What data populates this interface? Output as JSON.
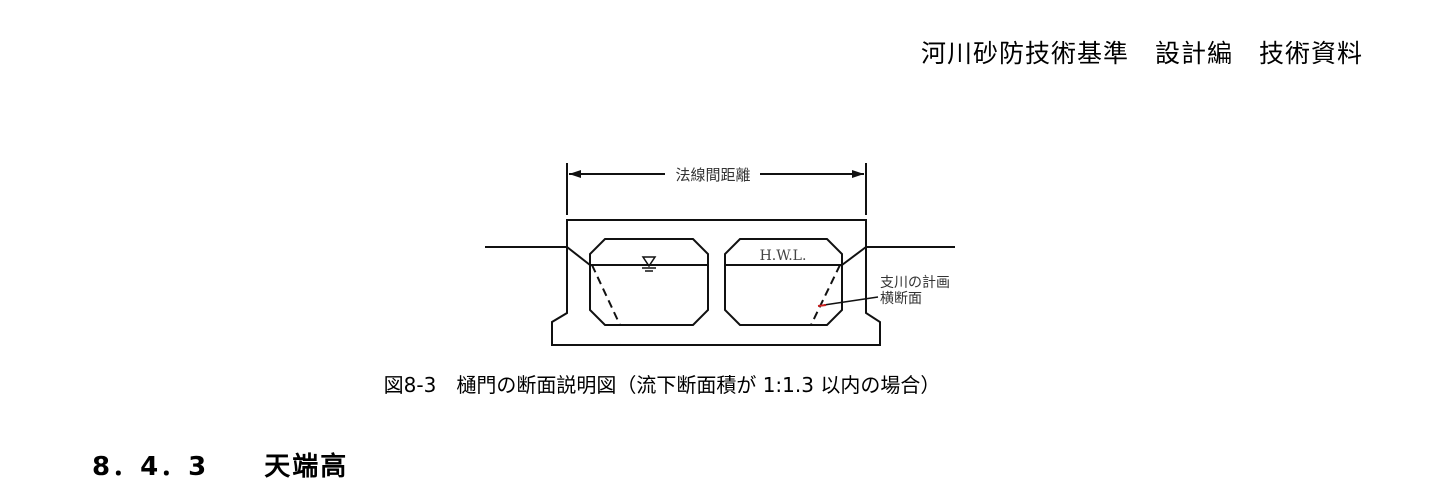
{
  "header": {
    "title": "河川砂防技術基準　設計編　技術資料"
  },
  "figure": {
    "dimension_label": "法線間距離",
    "hwl_label": "H.W.L.",
    "annotation_line1": "支川の計画",
    "annotation_line2": "横断面",
    "caption": "図8-3　樋門の断面説明図（流下断面積が 1:1.3 以内の場合）"
  },
  "section": {
    "heading": "8．4．3　　天端高"
  }
}
